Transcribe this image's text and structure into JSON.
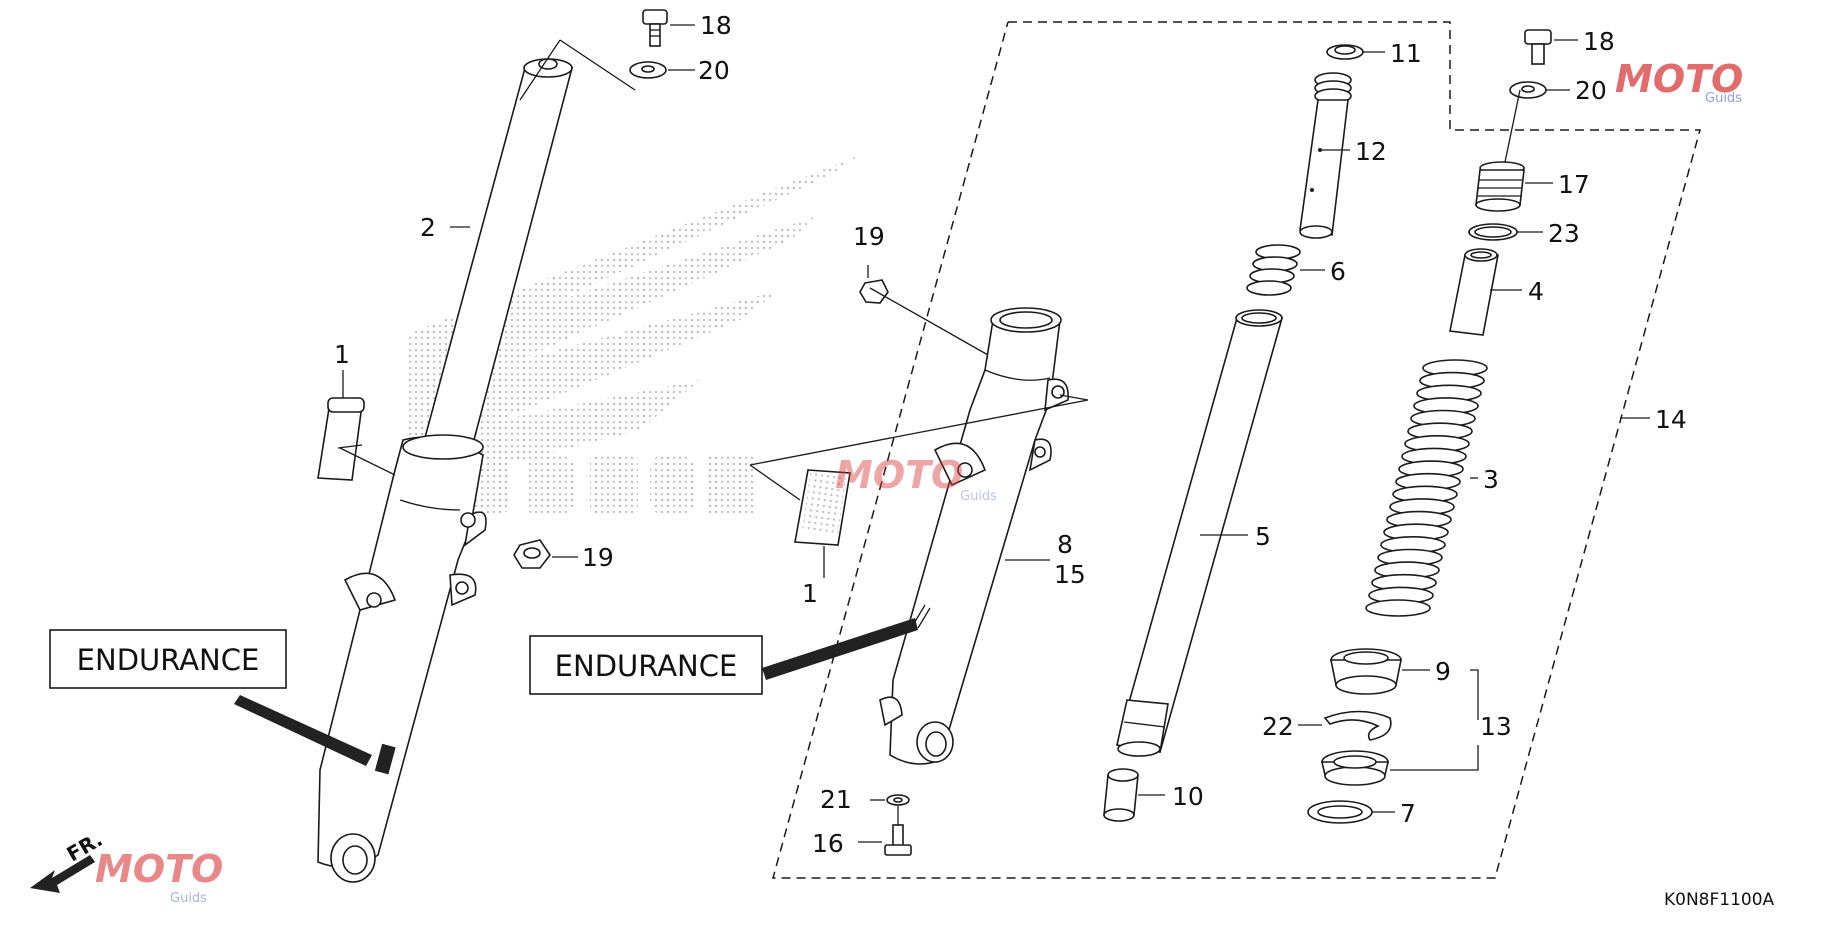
{
  "diagram": {
    "labels": {
      "endurance_left": "ENDURANCE",
      "endurance_right": "ENDURANCE",
      "code": "K0N8F1100A",
      "front_arrow": "FR.",
      "watermark_main": "MOTO",
      "watermark_sub": "Guids"
    },
    "callouts": {
      "c1_top": "1",
      "c2": "2",
      "c18_left": "18",
      "c20_left": "20",
      "c19_left": "19",
      "c19_center": "19",
      "c1_center": "1",
      "c8": "8",
      "c15": "15",
      "c21": "21",
      "c16": "16",
      "c11": "11",
      "c12": "12",
      "c6": "6",
      "c5": "5",
      "c10": "10",
      "c18_right": "18",
      "c20_right": "20",
      "c17": "17",
      "c23": "23",
      "c4": "4",
      "c14": "14",
      "c3": "3",
      "c9": "9",
      "c13": "13",
      "c22": "22",
      "c7": "7"
    },
    "colors": {
      "line": "#1a1a1a",
      "watermark_red": "#d93a3a",
      "watermark_blue": "#6f7fc9"
    }
  }
}
